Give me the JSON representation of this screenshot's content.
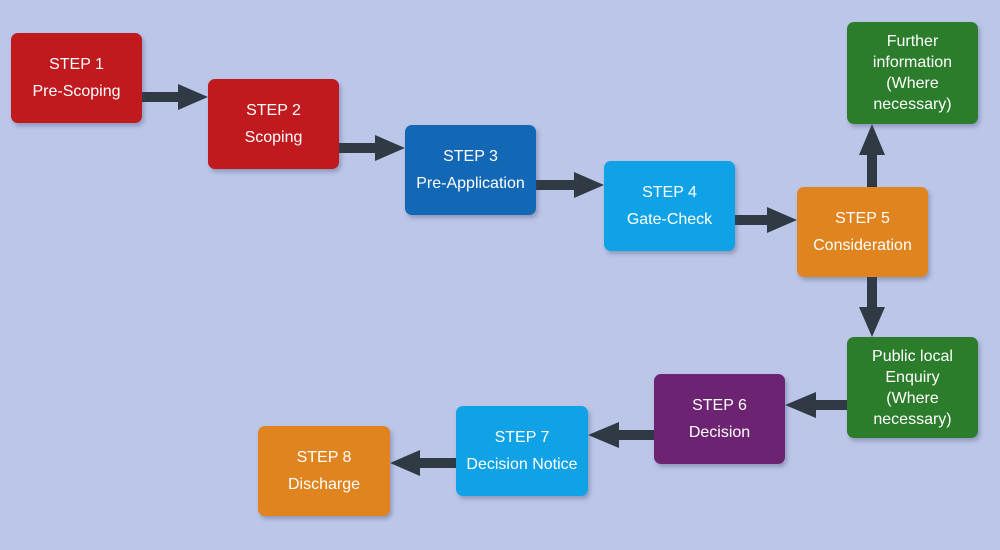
{
  "colors": {
    "background": "#bcc6e8",
    "arrow": "#2f3a44",
    "red": "#c0191e",
    "dark_blue": "#1368b5",
    "light_blue": "#0fa2e6",
    "orange": "#e0841f",
    "green": "#2b7d2b",
    "purple": "#6c2472"
  },
  "steps": {
    "step1": {
      "label": "STEP 1",
      "title": "Pre-Scoping"
    },
    "step2": {
      "label": "STEP 2",
      "title": "Scoping"
    },
    "step3": {
      "label": "STEP 3",
      "title": "Pre-Application"
    },
    "step4": {
      "label": "STEP 4",
      "title": "Gate-Check"
    },
    "step5": {
      "label": "STEP 5",
      "title": "Consideration"
    },
    "step6": {
      "label": "STEP 6",
      "title": "Decision"
    },
    "step7": {
      "label": "STEP 7",
      "title": "Decision Notice"
    },
    "step8": {
      "label": "STEP 8",
      "title": "Discharge"
    }
  },
  "side_boxes": {
    "further_info": {
      "lines": [
        "Further",
        "information",
        "(Where",
        "necessary)"
      ]
    },
    "public_enquiry": {
      "lines": [
        "Public local",
        "Enquiry",
        "(Where",
        "necessary)"
      ]
    }
  }
}
